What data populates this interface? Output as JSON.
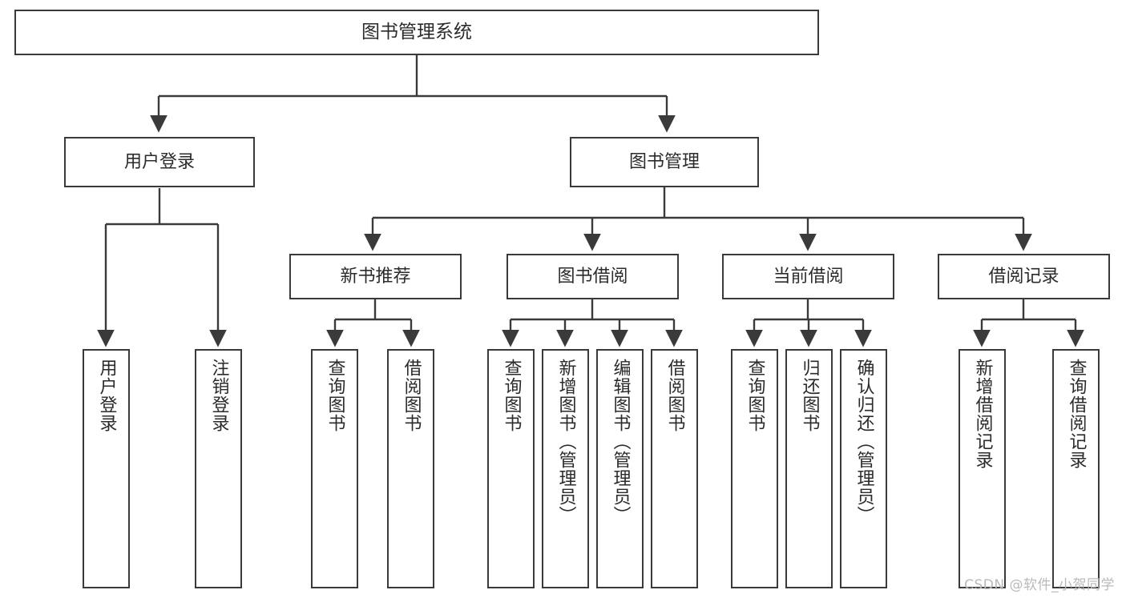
{
  "diagram": {
    "title": "图书管理系统",
    "type": "functional-decomposition-tree",
    "root": {
      "label": "图书管理系统"
    },
    "level2": [
      {
        "label": "用户登录"
      },
      {
        "label": "图书管理"
      }
    ],
    "level3": [
      {
        "label": "新书推荐"
      },
      {
        "label": "图书借阅"
      },
      {
        "label": "当前借阅"
      },
      {
        "label": "借阅记录"
      }
    ],
    "leaves": {
      "user_login": [
        {
          "label": "用户登录"
        },
        {
          "label": "注销登录"
        }
      ],
      "new_book_recommend": [
        {
          "label": "查询图书"
        },
        {
          "label": "借阅图书"
        }
      ],
      "book_borrow": [
        {
          "label": "查询图书"
        },
        {
          "label": "新增图书（管理员）"
        },
        {
          "label": "编辑图书（管理员）"
        },
        {
          "label": "借阅图书"
        }
      ],
      "current_borrow": [
        {
          "label": "查询图书"
        },
        {
          "label": "归还图书"
        },
        {
          "label": "确认归还（管理员）"
        }
      ],
      "borrow_record": [
        {
          "label": "新增借阅记录"
        },
        {
          "label": "查询借阅记录"
        }
      ]
    }
  },
  "watermark": {
    "text": "CSDN @软件_小贺同学"
  },
  "colors": {
    "stroke": "#3a3a3a",
    "text": "#2b2b2b",
    "background": "#ffffff",
    "watermark": "#b9b9b9"
  }
}
